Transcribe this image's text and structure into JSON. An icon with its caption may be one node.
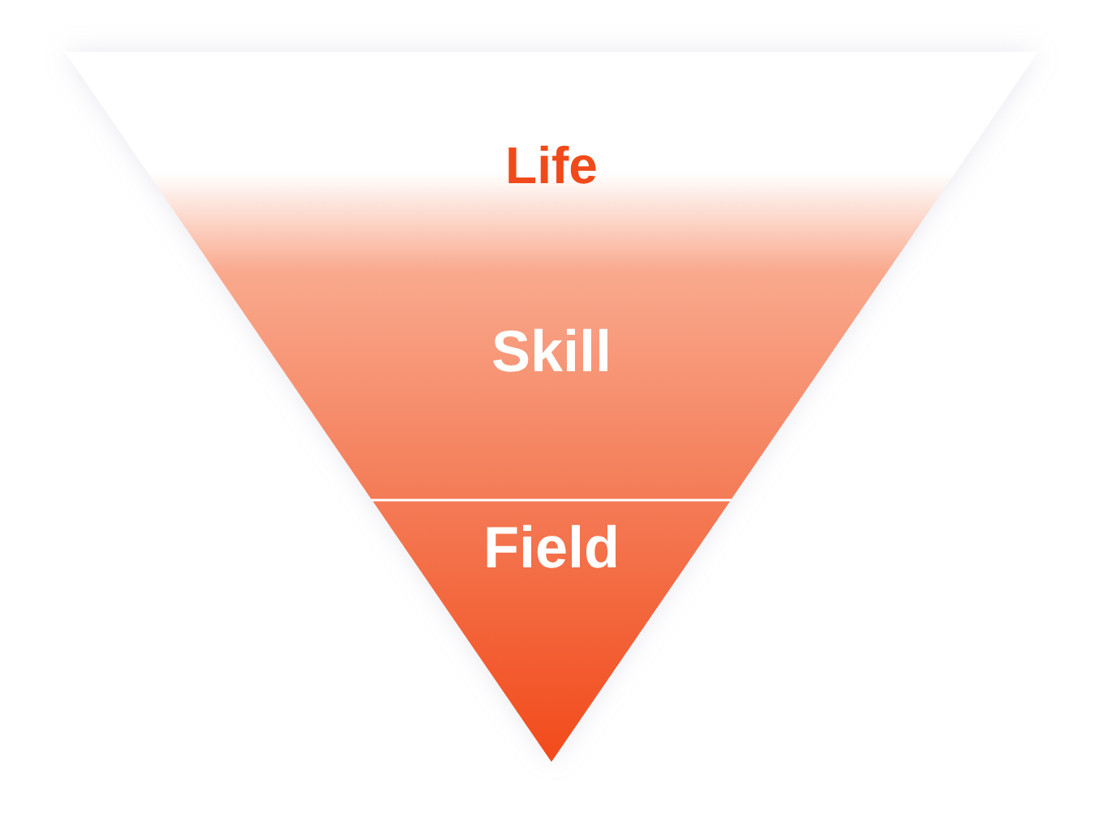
{
  "diagram": {
    "nodes": [
      {
        "text": [
          "Life"
        ]
      },
      {
        "text": [
          "Skill"
        ]
      },
      {
        "text": [
          "Field"
        ]
      }
    ]
  }
}
